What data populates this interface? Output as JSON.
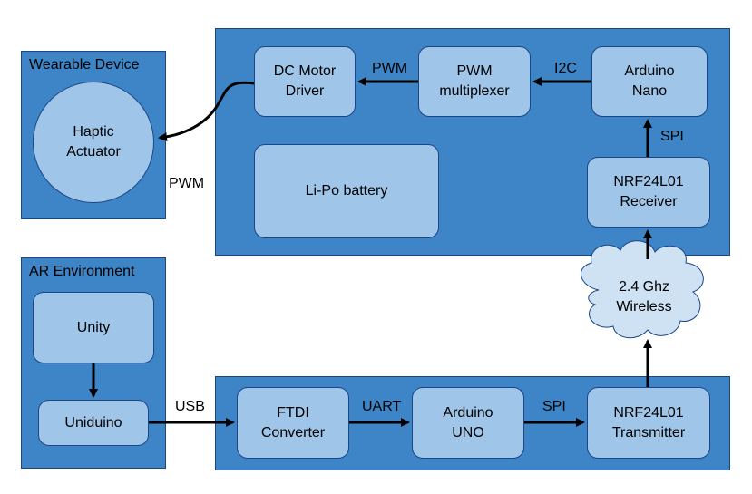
{
  "colors": {
    "panel_fill": "#3d85c6",
    "box_fill": "#9fc5e8",
    "cloud_fill": "#cfe2f3",
    "outline": "#1c4587",
    "arrow": "#000000"
  },
  "panels": {
    "wearable": {
      "title": "Wearable Device"
    },
    "ar": {
      "title": "AR Environment"
    },
    "receiver_unit": {
      "title": ""
    },
    "transmitter_unit": {
      "title": ""
    }
  },
  "nodes": {
    "haptic_actuator": "Haptic\nActuator",
    "dc_motor_driver": "DC Motor\nDriver",
    "pwm_multiplexer": "PWM\nmultiplexer",
    "arduino_nano": "Arduino\nNano",
    "lipo_battery": "Li-Po battery",
    "nrf_receiver": "NRF24L01\nReceiver",
    "wireless_cloud": "2.4 Ghz\nWireless",
    "unity": "Unity",
    "uniduino": "Uniduino",
    "ftdi_converter": "FTDI\nConverter",
    "arduino_uno": "Arduino\nUNO",
    "nrf_transmitter": "NRF24L01\nTransmitter"
  },
  "connections": {
    "driver_to_actuator": "PWM",
    "multiplexer_to_driver": "PWM",
    "nano_to_multiplexer": "I2C",
    "receiver_to_nano": "SPI",
    "uniduino_to_ftdi": "USB",
    "ftdi_to_uno": "UART",
    "uno_to_transmitter": "SPI"
  }
}
